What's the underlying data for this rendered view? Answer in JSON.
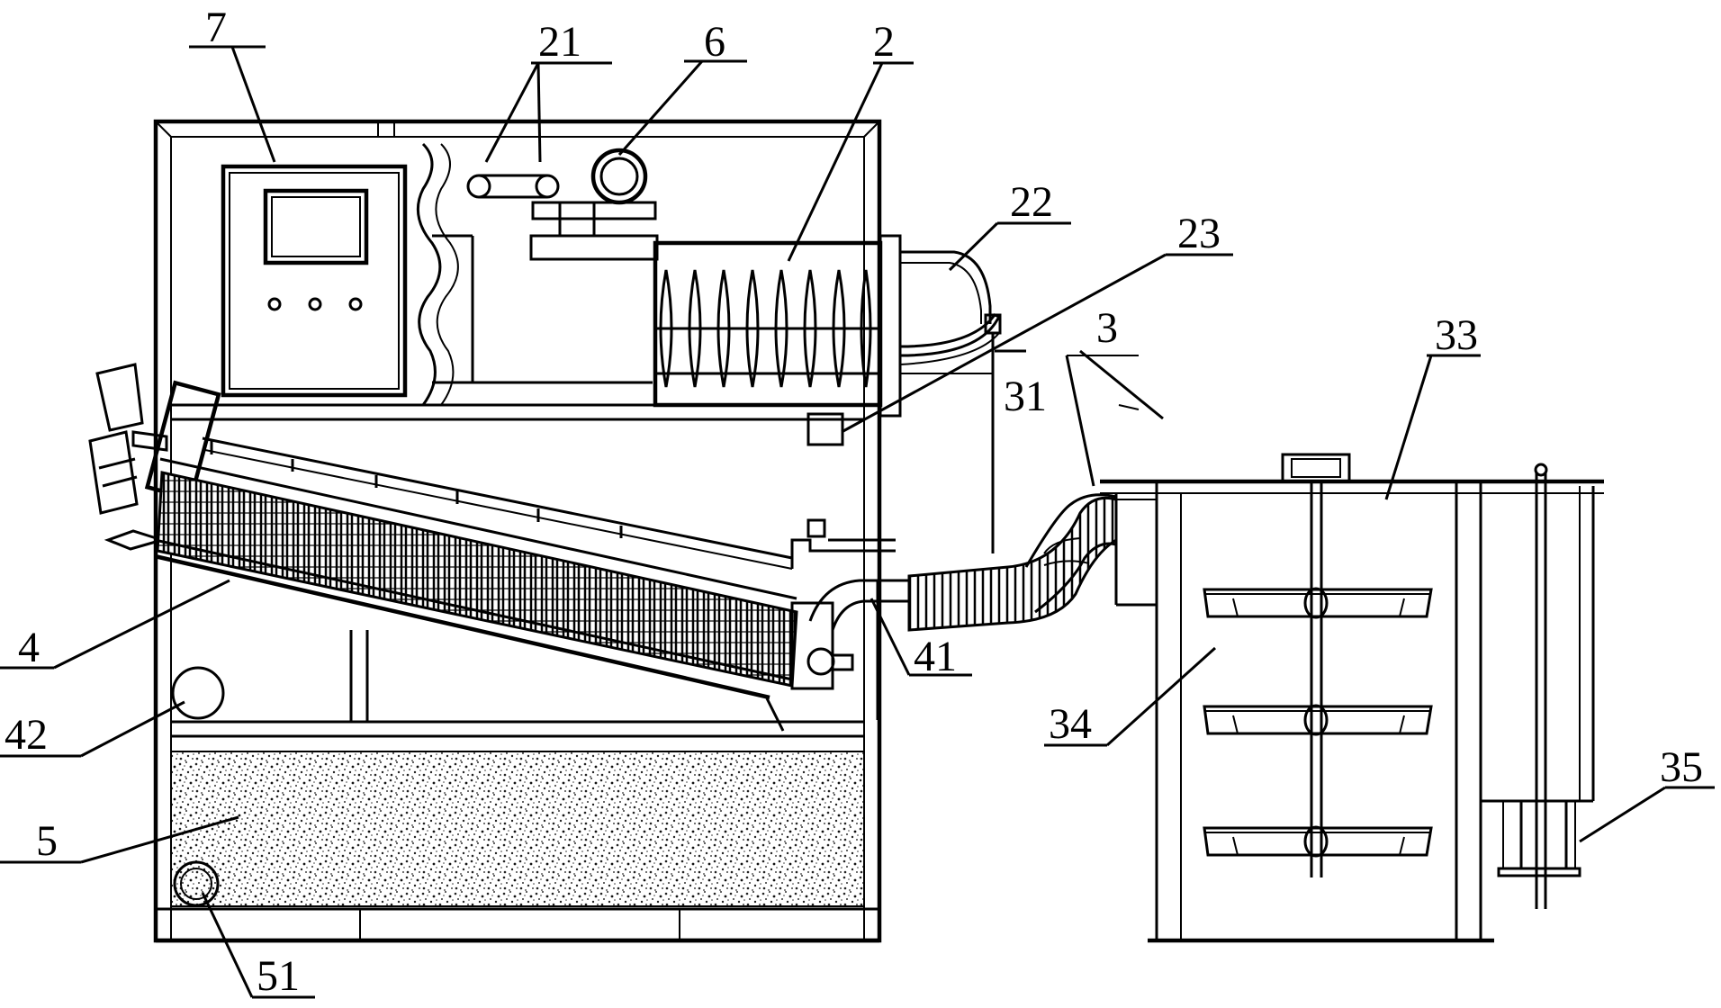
{
  "diagram": {
    "labels": {
      "l7": "7",
      "l21": "21",
      "l6": "6",
      "l2": "2",
      "l22": "22",
      "l23": "23",
      "l3": "3",
      "l31": "31",
      "l33": "33",
      "l4": "4",
      "l41": "41",
      "l42": "42",
      "l34": "34",
      "l35": "35",
      "l5": "5",
      "l51": "51"
    }
  }
}
